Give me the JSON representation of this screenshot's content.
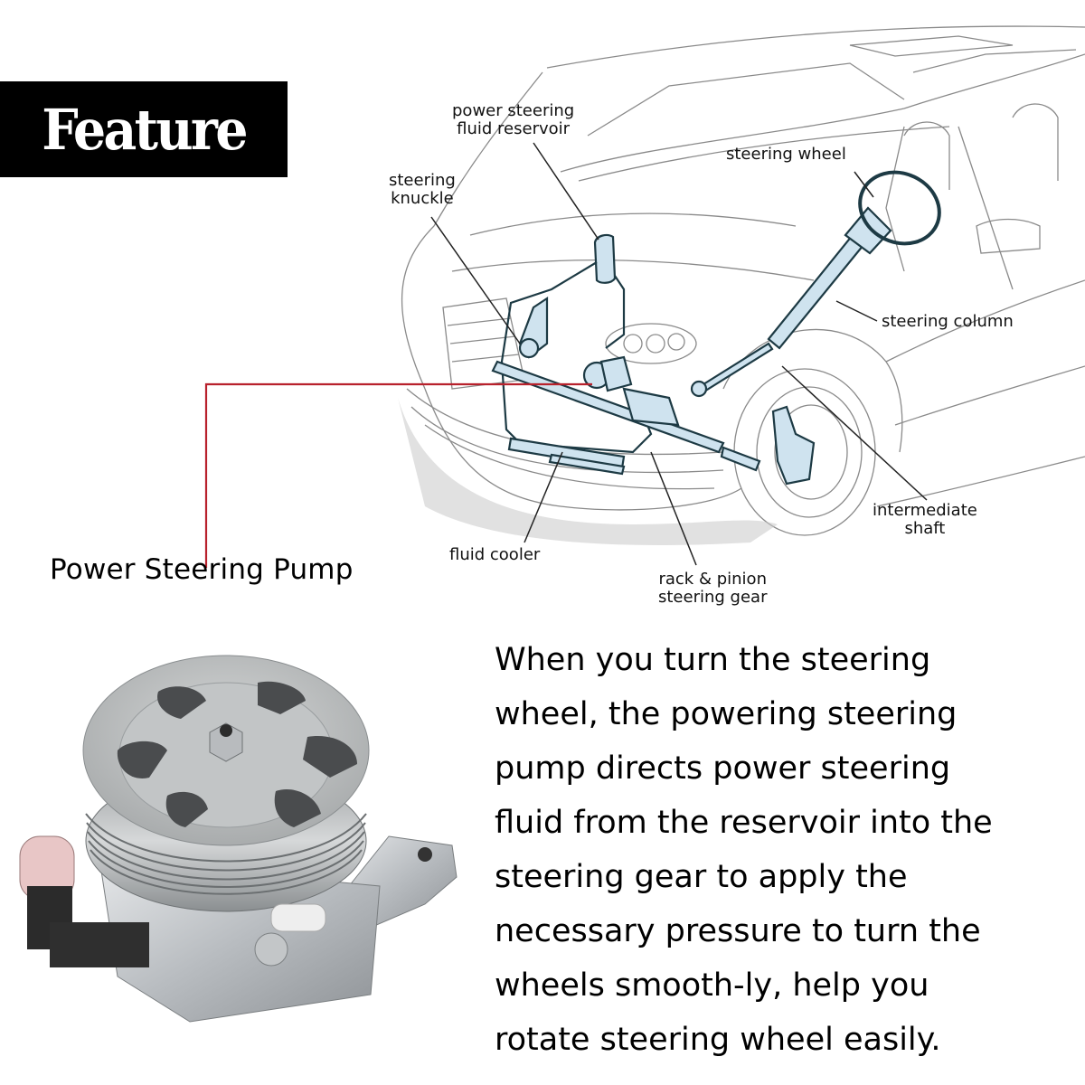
{
  "header": {
    "title": "Feature"
  },
  "diagram": {
    "labels": {
      "fluid_reservoir": [
        "power steering",
        "fluid reservoir"
      ],
      "steering_knuckle": [
        "steering",
        "knuckle"
      ],
      "steering_wheel": "steering wheel",
      "steering_column": "steering column",
      "intermediate_shaft": [
        "intermediate",
        "shaft"
      ],
      "fluid_cooler": "fluid cooler",
      "rack_pinion": [
        "rack & pinion",
        "steering gear"
      ]
    },
    "callout": {
      "label": "Power Steering Pump",
      "line_color": "#b8212c"
    }
  },
  "description": {
    "lines": [
      "When you turn the steering",
      "wheel, the powering steering",
      "pump directs power steering",
      "fluid from the reservoir into the",
      "steering gear to apply the",
      "necessary pressure to turn the",
      "wheels smooth-ly, help you",
      "rotate steering wheel easily."
    ]
  },
  "colors": {
    "accent_fluid": "#cfe3ef",
    "line": "#1d3a44"
  }
}
